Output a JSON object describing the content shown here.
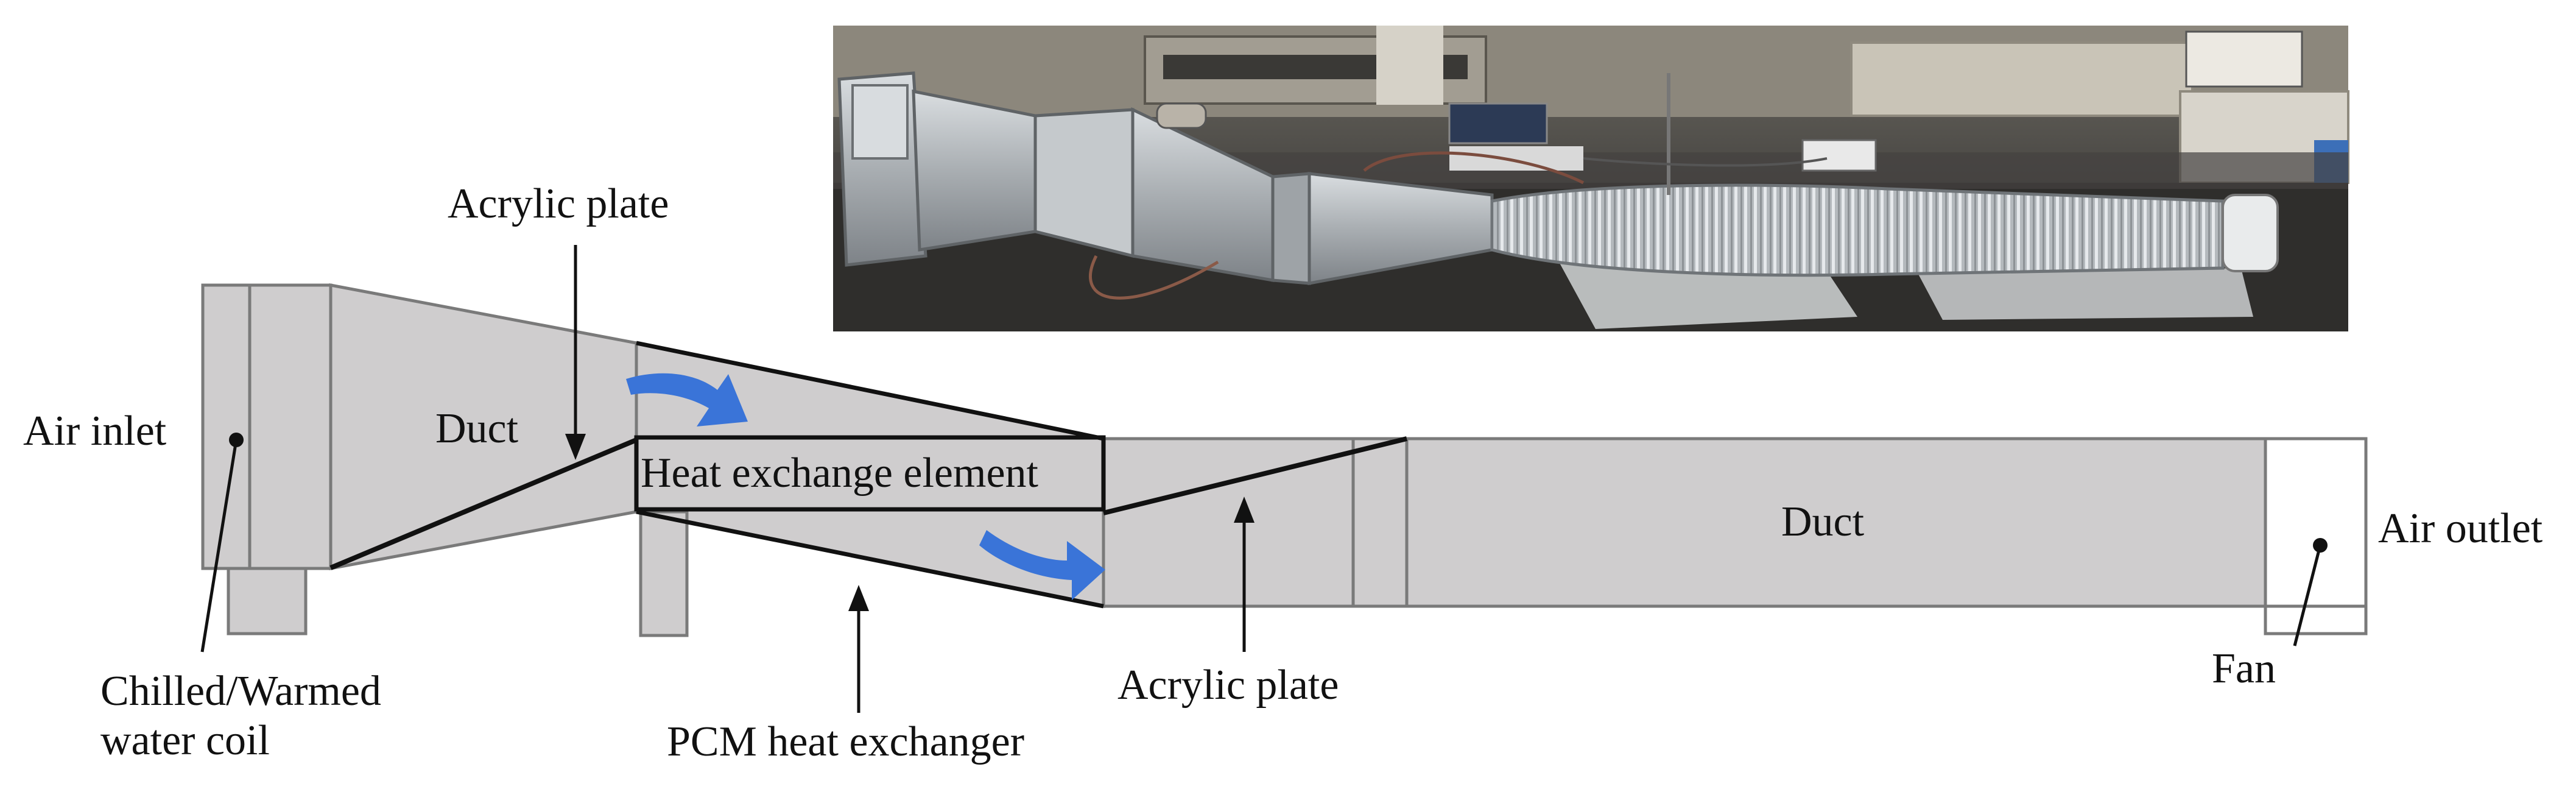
{
  "labels": {
    "air_inlet": "Air inlet",
    "duct_left": "Duct",
    "acrylic_plate_top": "Acrylic plate",
    "heat_exchange_element": "Heat exchange element",
    "coil_line1": "Chilled/Warmed",
    "coil_line2": "water coil",
    "pcm_heat_exchanger": "PCM heat exchanger",
    "acrylic_plate_bottom": "Acrylic plate",
    "duct_right": "Duct",
    "air_outlet": "Air outlet",
    "fan": "Fan"
  },
  "photo": {
    "description_icon": "experimental-setup-photo"
  },
  "colors": {
    "duct_fill": "#cfcdce",
    "duct_stroke": "#7a7a7a",
    "arrow_blue": "#3a74d8",
    "line": "#111111"
  }
}
